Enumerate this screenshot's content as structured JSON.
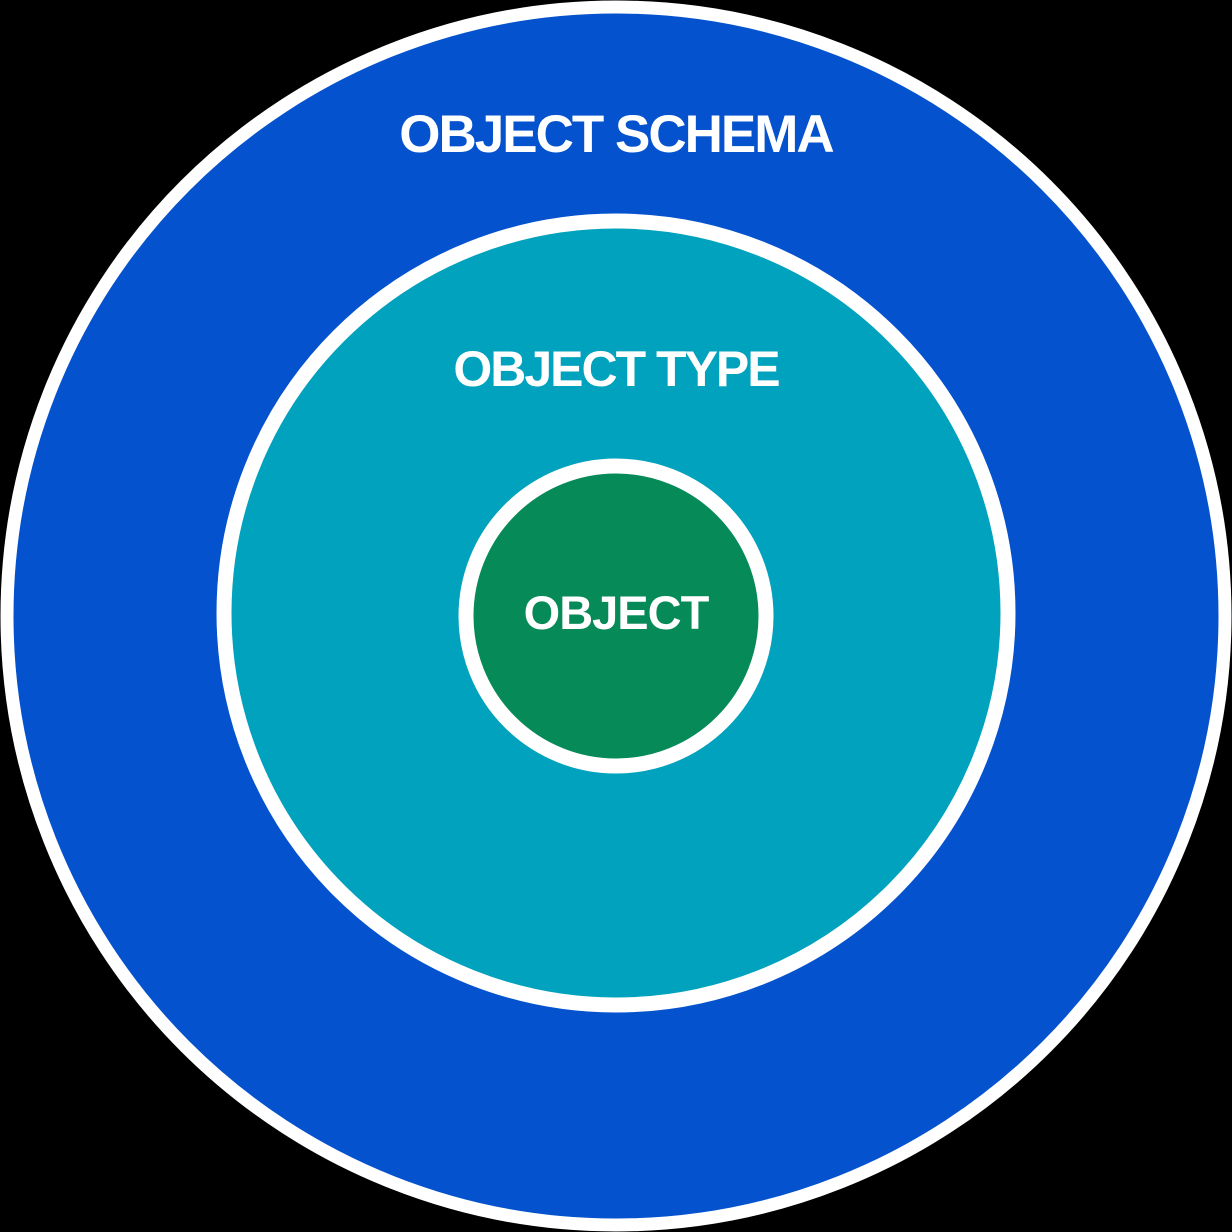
{
  "diagram": {
    "type": "concentric-circles",
    "background_color": "#000000",
    "border_color": "#ffffff",
    "label_color": "#ffffff",
    "rings": [
      {
        "label": "OBJECT SCHEMA",
        "fill": "#0452cd"
      },
      {
        "label": "OBJECT TYPE",
        "fill": "#00a2bd"
      },
      {
        "label": "OBJECT",
        "fill": "#068a58"
      }
    ]
  }
}
